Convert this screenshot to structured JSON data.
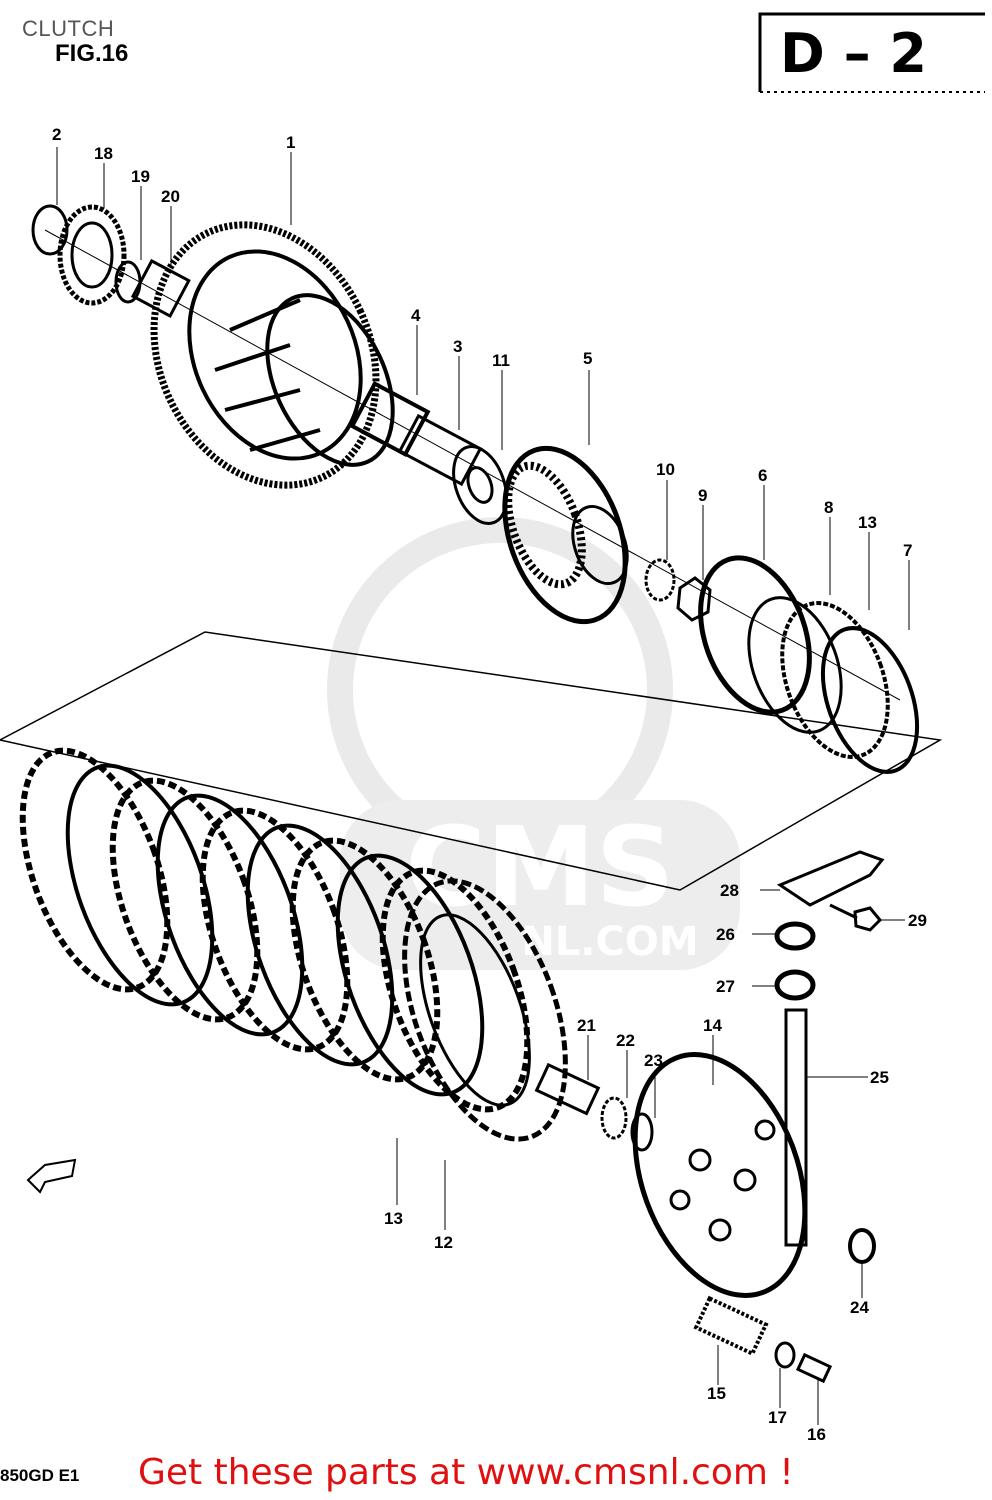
{
  "header": {
    "title": "CLUTCH",
    "figure": "FIG.16",
    "section": "D – 2"
  },
  "footer": {
    "model": "850GD E1",
    "promo": "Get these parts at www.cmsnl.com !"
  },
  "watermark": {
    "text": "CMS",
    "subtext": "NL.COM"
  },
  "callouts": {
    "c1": "1",
    "c2": "2",
    "c3": "3",
    "c4": "4",
    "c5": "5",
    "c6": "6",
    "c7": "7",
    "c8": "8",
    "c9": "9",
    "c10": "10",
    "c11": "11",
    "c12": "12",
    "c13a": "13",
    "c13b": "13",
    "c14": "14",
    "c15": "15",
    "c16": "16",
    "c17": "17",
    "c18": "18",
    "c19": "19",
    "c20": "20",
    "c21": "21",
    "c22": "22",
    "c23": "23",
    "c24": "24",
    "c25": "25",
    "c26": "26",
    "c27": "27",
    "c28": "28",
    "c29": "29"
  },
  "colors": {
    "promo": "#e01010",
    "line": "#000000",
    "watermark": "#e6e6e6"
  }
}
